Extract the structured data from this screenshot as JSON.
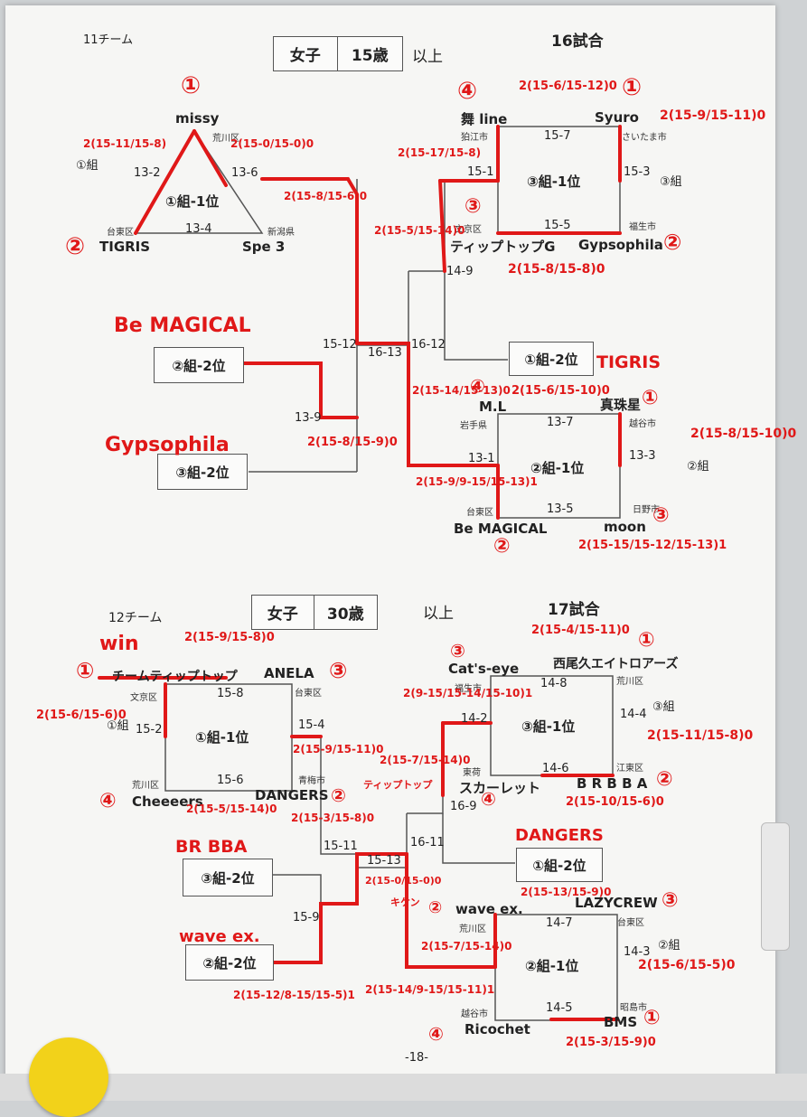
{
  "upper": {
    "team_count": "11チーム",
    "gender": "女子",
    "age": "15歳",
    "age_suffix": "以上",
    "match_count": "16試合",
    "group1": {
      "label": "①組-1位",
      "teams": [
        "missy",
        "TIGRIS",
        "Spe 3"
      ],
      "places": [
        "荒川区",
        "台東区",
        "新潟県"
      ],
      "scores": [
        "13-2",
        "13-6",
        "13-4"
      ],
      "group_label": "①組"
    },
    "group3": {
      "label": "③組-1位",
      "teams": [
        "舞 line",
        "Syuro",
        "ティップトップG",
        "Gypsophila"
      ],
      "places": [
        "狛江市",
        "さいたま市",
        "文京区",
        "福生市"
      ],
      "scores": [
        "15-7",
        "15-1",
        "15-3",
        "15-5"
      ],
      "group_label": "③組"
    },
    "group2": {
      "label": "②組-1位",
      "teams": [
        "M.L",
        "真珠星",
        "Be MAGICAL",
        "moon"
      ],
      "places": [
        "岩手県",
        "越谷市",
        "台東区",
        "日野市"
      ],
      "scores": [
        "13-7",
        "13-1",
        "13-3",
        "13-5"
      ],
      "group_label": "②組"
    },
    "qualifier_boxes": [
      "②組-2位",
      "③組-2位",
      "①組-2位"
    ],
    "bracket_scores": [
      "14-9",
      "15-12",
      "16-13",
      "16-12",
      "13-9"
    ]
  },
  "lower": {
    "team_count": "12チーム",
    "gender": "女子",
    "age": "30歳",
    "age_suffix": "以上",
    "match_count": "17試合",
    "group1": {
      "label": "①組-1位",
      "teams": [
        "チームティップトップ",
        "ANELA",
        "Cheeeers",
        "DANGERS"
      ],
      "places": [
        "文京区",
        "台東区",
        "荒川区",
        "青梅市"
      ],
      "scores": [
        "15-8",
        "15-2",
        "15-4",
        "15-6"
      ],
      "group_label": "①組"
    },
    "group3": {
      "label": "③組-1位",
      "teams": [
        "Cat's-eye",
        "西尾久エイトロアーズ",
        "スカーレット",
        "B R B B A"
      ],
      "places": [
        "福生市",
        "荒川区",
        "東荷",
        "江東区"
      ],
      "scores": [
        "14-8",
        "14-2",
        "14-4",
        "14-6"
      ],
      "group_label": "③組"
    },
    "group2": {
      "label": "②組-1位",
      "teams": [
        "wave ex.",
        "LAZYCREW",
        "Ricochet",
        "BMS"
      ],
      "places": [
        "荒川区",
        "台東区",
        "越谷市",
        "昭島市"
      ],
      "scores": [
        "14-7",
        "14-3",
        "14-5"
      ],
      "group_label": "②組"
    },
    "qualifier_boxes": [
      "③組-2位",
      "②組-2位",
      "①組-2位"
    ],
    "bracket_scores": [
      "15-11",
      "15-13",
      "16-11",
      "16-9",
      "15-9"
    ]
  },
  "page_number": "-18-",
  "handwritten": {
    "upper": {
      "missy_rank": "①",
      "tigris_rank": "②",
      "g1_left_score": "2(15-11/15-8)",
      "g1_right_score": "2(15-0/15-0)0",
      "mai_rank": "④",
      "mai_score": "2(15-6/15-12)0",
      "syuro_rank": "①",
      "syuro_score": "2(15-9/15-11)0",
      "left_g3_score": "2(15-17/15-8)",
      "tip_rank": "③",
      "tip_score": "2(15-5/15-14)0",
      "gyps_rank": "②",
      "gyps_score": "2(15-8/15-8)0",
      "final_score": "2(15-8/15-6)0",
      "be_magical": "Be MAGICAL",
      "gypsophila": "Gypsophila",
      "tigris": "TIGRIS",
      "gyps_final": "2(15-8/15-9)0",
      "ml_rank": "④",
      "ml_score": "2(15-14/15-13)0",
      "pearl_score": "2(15-6/15-10)0",
      "pearl_rank": "①",
      "g2_right_score": "2(15-8/15-10)0",
      "be_mag_rank": "②",
      "be_mag_score": "2(15-9/9-15/15-13)1",
      "moon_rank": "③",
      "moon_score": "2(15-15/15-12/15-13)1"
    },
    "lower": {
      "win": "win",
      "tip_rank": "①",
      "tip_score": "2(15-9/15-8)0",
      "anela_rank": "③",
      "g1_left_score": "2(15-6/15-6)0",
      "cheeeers_rank": "④",
      "dangers_rank": "②",
      "dangers_score": "2(15-9/15-11)0",
      "cheeeers_score": "2(15-5/15-14)0",
      "dangers_lower": "2(15-3/15-8)0",
      "br_bba": "BR BBA",
      "wave_ex": "wave ex.",
      "tip_top": "ティップトップ",
      "kiken": "キケン",
      "center_score": "2(15-7/15-14)0",
      "qf_score": "2(15-0/15-0)0",
      "cats_rank": "③",
      "cats_score": "2(9-15/15-14/15-10)1",
      "nishio_score": "2(15-4/15-11)0",
      "nishio_rank": "①",
      "g3_right_score": "2(15-11/15-8)0",
      "scarlet_rank": "④",
      "brbba_rank": "②",
      "brbba_score": "2(15-10/15-6)0",
      "dangers": "DANGERS",
      "wave_rank": "②",
      "lazy_score": "2(15-13/15-9)0",
      "lazy_rank": "③",
      "wave_score": "2(15-7/15-14)0",
      "g2_right_score": "2(15-6/15-5)0",
      "ricochet_rank": "④",
      "ricochet_score": "2(15-14/9-15/15-11)1",
      "bms_rank": "①",
      "bms_score": "2(15-3/15-9)0",
      "left_bottom_score": "2(15-12/8-15/15-5)1"
    }
  }
}
